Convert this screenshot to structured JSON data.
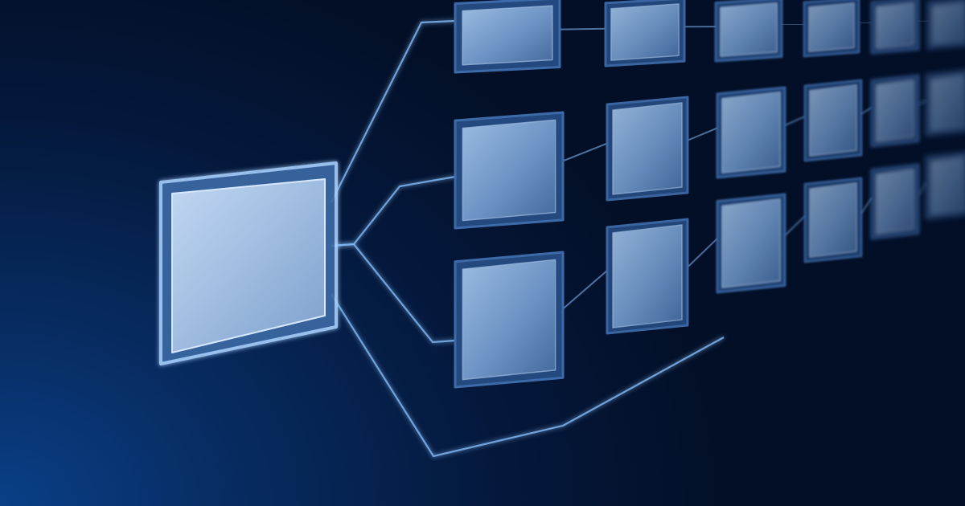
{
  "diagram": {
    "type": "hierarchy",
    "root": {
      "id": "root",
      "label": ""
    },
    "branches": [
      {
        "id": "branch-top",
        "nodes": [
          "",
          "",
          "",
          "",
          "",
          ""
        ]
      },
      {
        "id": "branch-middle",
        "nodes": [
          "",
          "",
          "",
          "",
          "",
          ""
        ]
      },
      {
        "id": "branch-lower",
        "nodes": [
          "",
          "",
          "",
          "",
          "",
          ""
        ]
      },
      {
        "id": "branch-bottom",
        "nodes": []
      }
    ]
  },
  "colors": {
    "background_deep": "#030f27",
    "background_glow": "#0a3f86",
    "node_fill": "#5f86b8",
    "node_highlight": "#9bbbe0",
    "node_frame": "#3d6aa8",
    "connector": "#7fb4ee",
    "root_glow": "#a9d1ff"
  }
}
